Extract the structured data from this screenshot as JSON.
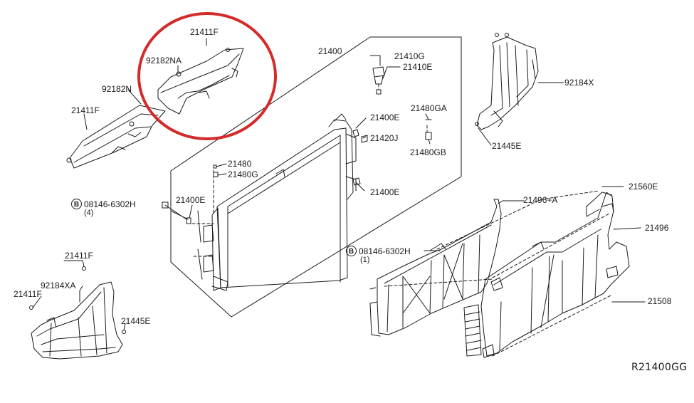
{
  "labels": {
    "p21411F_top": "21411F",
    "p92182NA": "92182NA",
    "p92182N": "92182N",
    "p21411F_left": "21411F",
    "p21400": "21400",
    "p21410G": "21410G",
    "p21410E": "21410E",
    "p21480GA": "21480GA",
    "p21400E_a": "21400E",
    "p21420J": "21420J",
    "p21480GB": "21480GB",
    "p92184X": "92184X",
    "p21445E_right": "21445E",
    "p21480": "21480",
    "p21480G": "21480G",
    "p21400E_b": "21400E",
    "p21400E_c": "21400E",
    "p21496A": "21496+A",
    "p21560E": "21560E",
    "p21496": "21496",
    "p21508": "21508",
    "p21411F_low1": "21411F",
    "p92184XA": "92184XA",
    "p21411F_low2": "21411F",
    "p21445E_low": "21445E"
  },
  "bolts": {
    "b1": {
      "symbol": "B",
      "part": "08146-6302H",
      "qty": "(4)"
    },
    "b2": {
      "symbol": "B",
      "part": "08146-6302H",
      "qty": "(1)"
    }
  },
  "diagram_code": "R21400GG",
  "colors": {
    "line": "#1a1a1a",
    "highlight": "#d42a2a"
  }
}
